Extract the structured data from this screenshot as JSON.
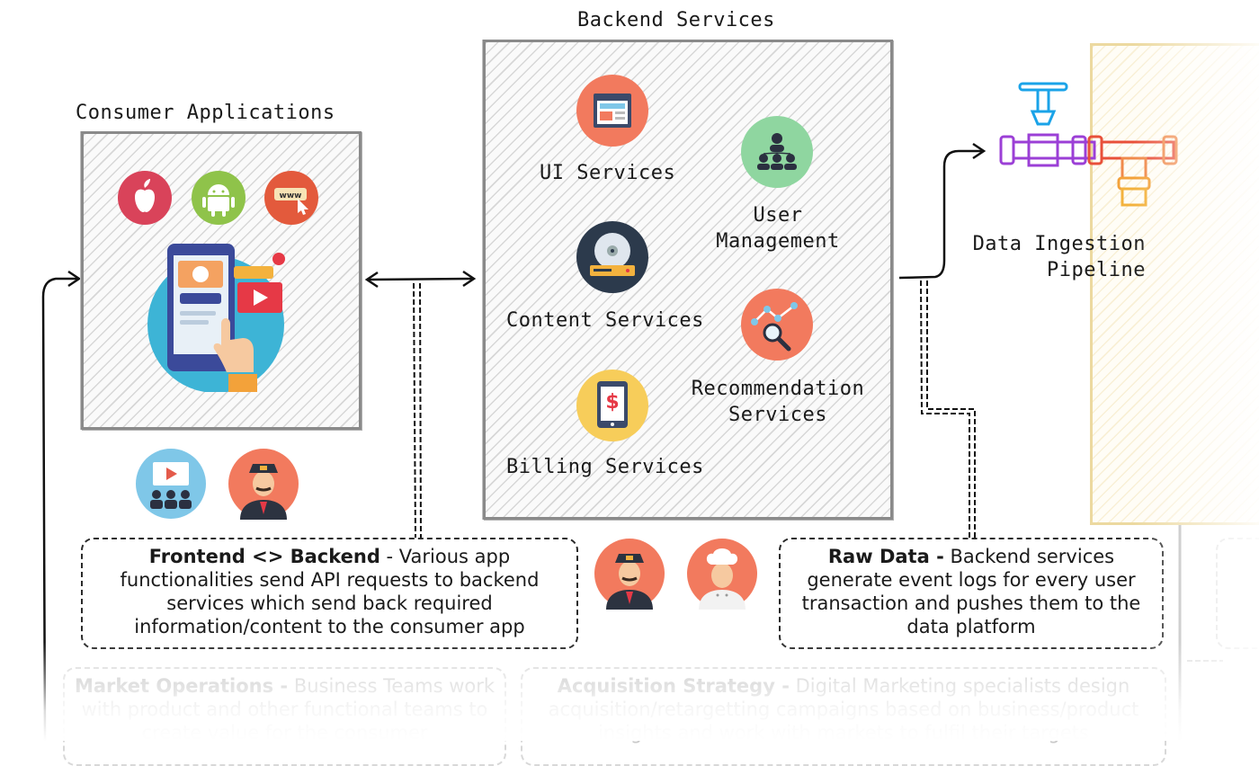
{
  "groups": {
    "consumer": "Consumer Applications",
    "backend": "Backend Services"
  },
  "services": {
    "ui": "UI Services",
    "user": "User\nManagement",
    "content": "Content Services",
    "recommendation": "Recommendation\nServices",
    "billing": "Billing Services"
  },
  "pipeline": {
    "label": "Data Ingestion\nPipeline"
  },
  "notes": {
    "frontend": {
      "title": "Frontend <> Backend",
      "text": " - Various app functionalities send API requests to backend services which send back required information/content to the consumer app"
    },
    "rawdata": {
      "title": "Raw Data -",
      "text": " Backend services generate event logs for every user transaction and pushes them to the data platform"
    },
    "market": {
      "title": "Market Operations -",
      "text": " Business Teams work with product and other functional teams to create value for the consumer"
    },
    "acquisition": {
      "title": "Acquisition Strategy -",
      "text": " Digital Marketing specialists design acquisition/retargetting campaigns based on business/product insights and work with markets to fulfil their targets"
    }
  },
  "icons": {
    "apple": "apple-icon",
    "android": "android-icon",
    "www": "www-icon",
    "phone": "mobile-app-icon",
    "ui": "ui-window-icon",
    "user": "user-network-icon",
    "content": "disc-player-icon",
    "recommendation": "analytics-search-icon",
    "billing": "billing-tablet-icon",
    "presentation": "presentation-icon",
    "pilot1": "pilot-avatar-icon",
    "pilot2": "pilot-avatar-icon",
    "chef": "chef-avatar-icon",
    "pipe": "pipeline-valve-icon"
  },
  "colors": {
    "box_border": "#8a8a8a",
    "pipeline_border": "#e6cf8a",
    "text": "#1a1a1a"
  }
}
